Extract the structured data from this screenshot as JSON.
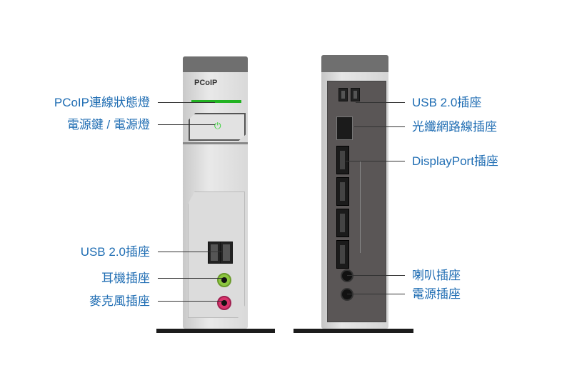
{
  "front": {
    "brand": "PCoIP",
    "labels": [
      "PCoIP連線狀態燈",
      "電源鍵 / 電源燈",
      "USB 2.0插座",
      "耳機插座",
      "麥克風插座"
    ]
  },
  "back": {
    "labels": [
      "USB 2.0插座",
      "光纖網路線插座",
      "DisplayPort插座",
      "喇叭插座",
      "電源插座"
    ]
  },
  "colors": {
    "label": "#1f6db3",
    "status_led": "#22b222",
    "headphone": "#8cc63f",
    "mic": "#d8336b"
  }
}
